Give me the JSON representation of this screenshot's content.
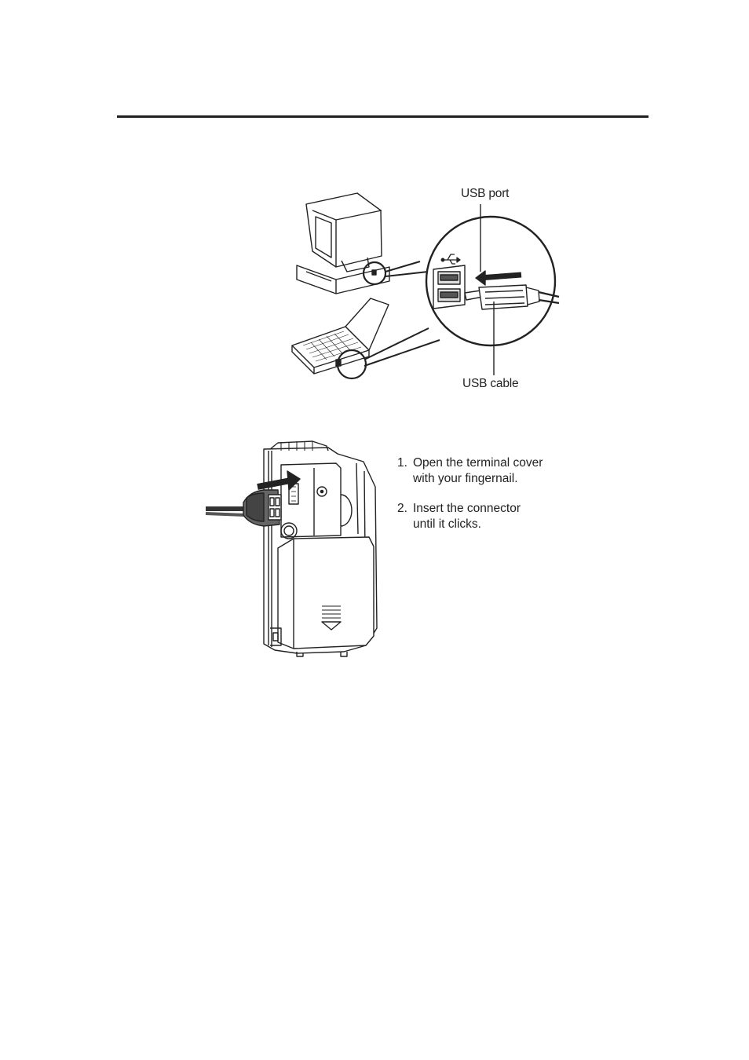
{
  "figure_top": {
    "label_port": "USB port",
    "label_cable": "USB cable"
  },
  "steps": [
    {
      "num": "1.",
      "line1": "Open the terminal cover",
      "line2": "with your fingernail."
    },
    {
      "num": "2.",
      "line1": "Insert the connector",
      "line2": "until it clicks."
    }
  ]
}
